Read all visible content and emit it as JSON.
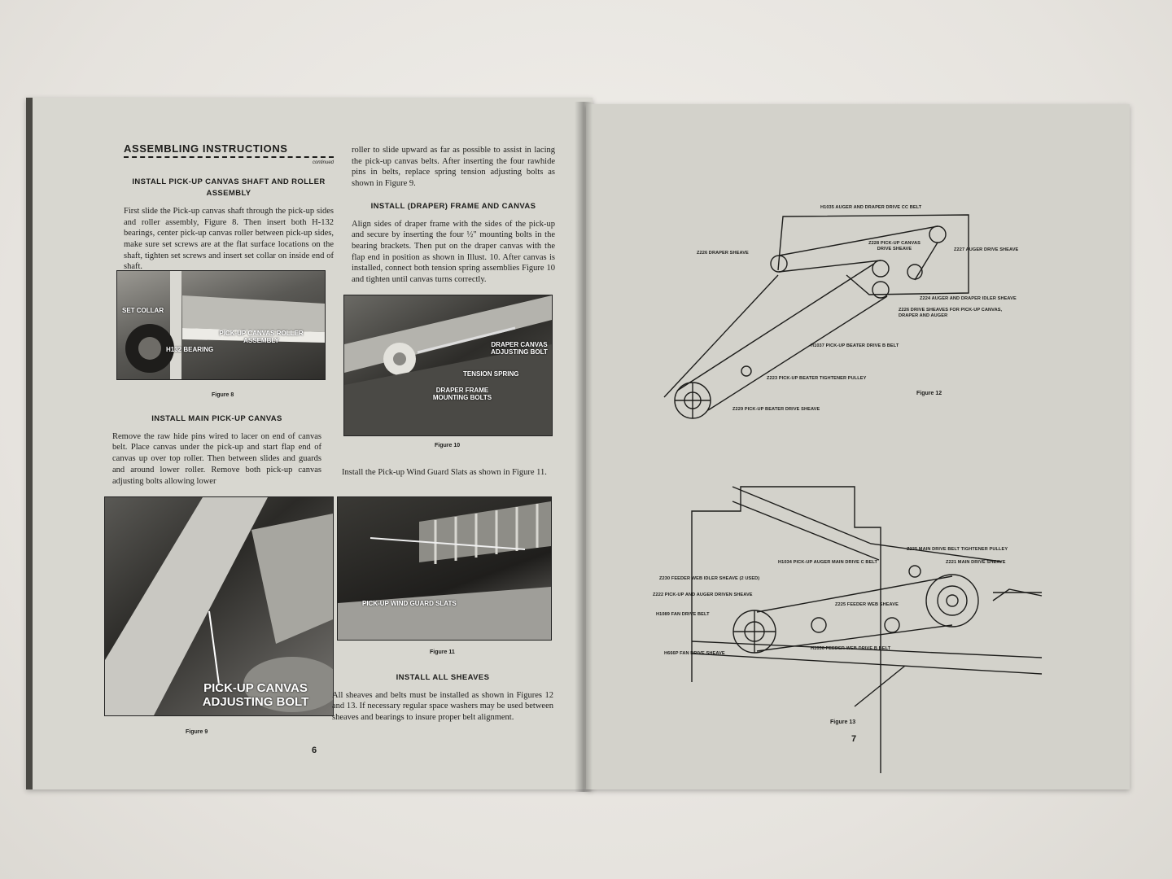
{
  "left_page": {
    "title": "ASSEMBLING INSTRUCTIONS",
    "continued": "continued",
    "sec1_title": "INSTALL PICK-UP CANVAS SHAFT AND ROLLER ASSEMBLY",
    "sec1_text": "First slide the Pick-up canvas shaft through the pick-up sides and roller assembly, Figure 8. Then insert both H-132 bearings, center pick-up canvas roller between pick-up sides, make sure set screws are at the flat surface locations on the shaft, tighten set screws and insert set collar on inside end of shaft.",
    "fig8": {
      "caption": "Figure 8",
      "label_collar": "SET COLLAR",
      "label_roller": "PICK-UP CANVAS ROLLER ASSEMBLY",
      "label_bearing": "H132 BEARING"
    },
    "sec2_title": "INSTALL MAIN PICK-UP CANVAS",
    "sec2_text": "Remove the raw hide pins wired to lacer on end of canvas belt. Place canvas under the pick-up and start flap end of canvas up over top roller. Then between slides and guards and around lower roller. Remove both pick-up canvas adjusting bolts allowing lower",
    "fig9": {
      "caption": "Figure 9",
      "label": "PICK-UP CANVAS ADJUSTING BOLT"
    },
    "col2_text1": "roller to slide upward as far as possible to assist in lacing the pick-up canvas belts. After inserting the four rawhide pins in belts, replace spring tension adjusting bolts as shown in Figure 9.",
    "sec3_title": "INSTALL (DRAPER) FRAME AND CANVAS",
    "sec3_text": "Align sides of draper frame with the sides of the pick-up and secure by inserting the four ½\" mounting bolts in the bearing brackets. Then put on the draper canvas with the flap end in position as shown in Illust. 10. After canvas is installed, connect both tension spring assemblies Figure 10 and tighten until canvas turns correctly.",
    "fig10": {
      "caption": "Figure 10",
      "label_bolt": "DRAPER CANVAS ADJUSTING BOLT",
      "label_spring": "TENSION SPRING",
      "label_frame": "DRAPER FRAME MOUNTING BOLTS"
    },
    "wind_text": "Install the Pick-up Wind Guard Slats as shown in Figure 11.",
    "fig11": {
      "caption": "Figure 11",
      "label": "PICK-UP WIND GUARD SLATS"
    },
    "sec4_title": "INSTALL ALL SHEAVES",
    "sec4_text": "All sheaves and belts must be installed as shown in Figures 12 and 13. If necessary regular space washers may be used between sheaves and bearings to insure proper belt alignment.",
    "page_number": "6"
  },
  "right_page": {
    "fig12": {
      "caption": "Figure 12",
      "labels": [
        "H1035 AUGER AND DRAPER DRIVE CC BELT",
        "Z226 DRAPER SHEAVE",
        "Z228 PICK-UP CANVAS DRIVE SHEAVE",
        "Z227 AUGER DRIVE SHEAVE",
        "Z224 AUGER AND DRAPER IDLER SHEAVE",
        "Z226 DRIVE SHEAVES FOR PICK-UP CANVAS, DRAPER AND AUGER",
        "H1037 PICK-UP BEATER DRIVE B BELT",
        "Z223 PICK-UP BEATER TIGHTENER PULLEY",
        "Z229 PICK-UP BEATER DRIVE SHEAVE"
      ]
    },
    "fig13": {
      "caption": "Figure 13",
      "labels": [
        "Z225 MAIN DRIVE BELT TIGHTENER PULLEY",
        "Z221 MAIN DRIVE SHEAVE",
        "H1034 PICK-UP AUGER MAIN DRIVE C BELT",
        "Z230 FEEDER WEB IDLER SHEAVE (2 USED)",
        "Z222 PICK-UP AND AUGER DRIVEN SHEAVE",
        "Z225 FEEDER WEB SHEAVE",
        "H1089 FAN DRIVE BELT",
        "H1036 FEEDER WEB DRIVE B BELT",
        "H666P FAN DRIVE SHEAVE"
      ]
    },
    "page_number": "7"
  }
}
